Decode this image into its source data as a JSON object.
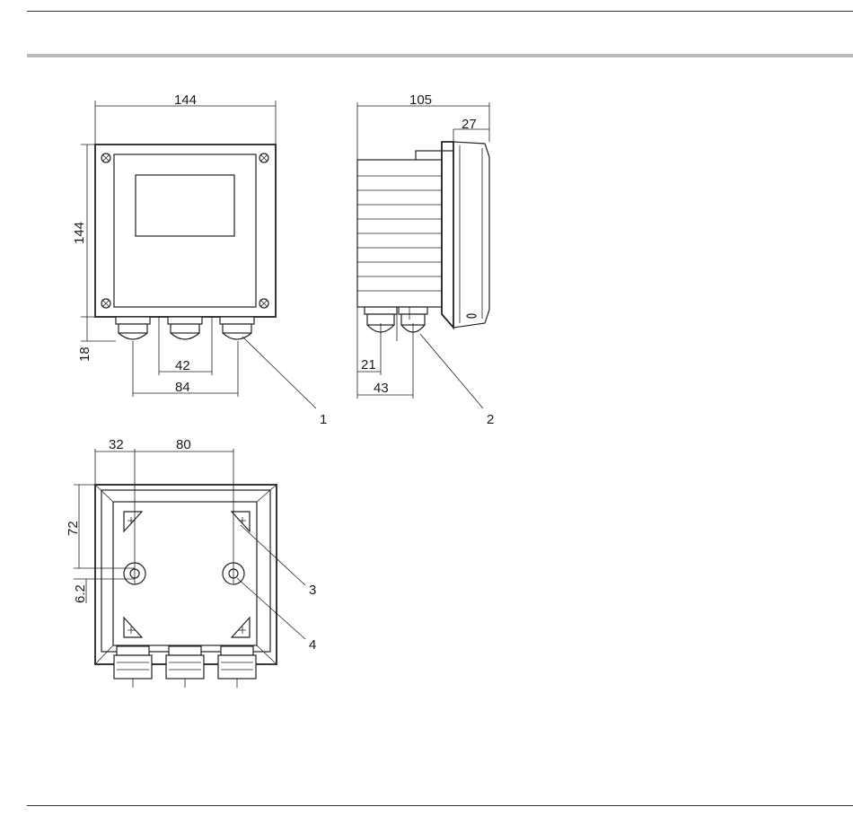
{
  "front_view": {
    "dim_width": "144",
    "dim_height": "144",
    "dim_gland_depth": "18",
    "dim_inner_spacing": "42",
    "dim_outer_spacing": "84",
    "callout": "1"
  },
  "side_view": {
    "dim_depth": "105",
    "dim_front_depth": "27",
    "dim_gland_offset_1": "21",
    "dim_gland_offset_2": "43",
    "callout": "2"
  },
  "rear_view": {
    "dim_left_offset": "32",
    "dim_hole_spacing": "80",
    "dim_vertical_offset": "72",
    "dim_hole_diameter": "6.2",
    "callout_upper": "3",
    "callout_lower": "4"
  }
}
